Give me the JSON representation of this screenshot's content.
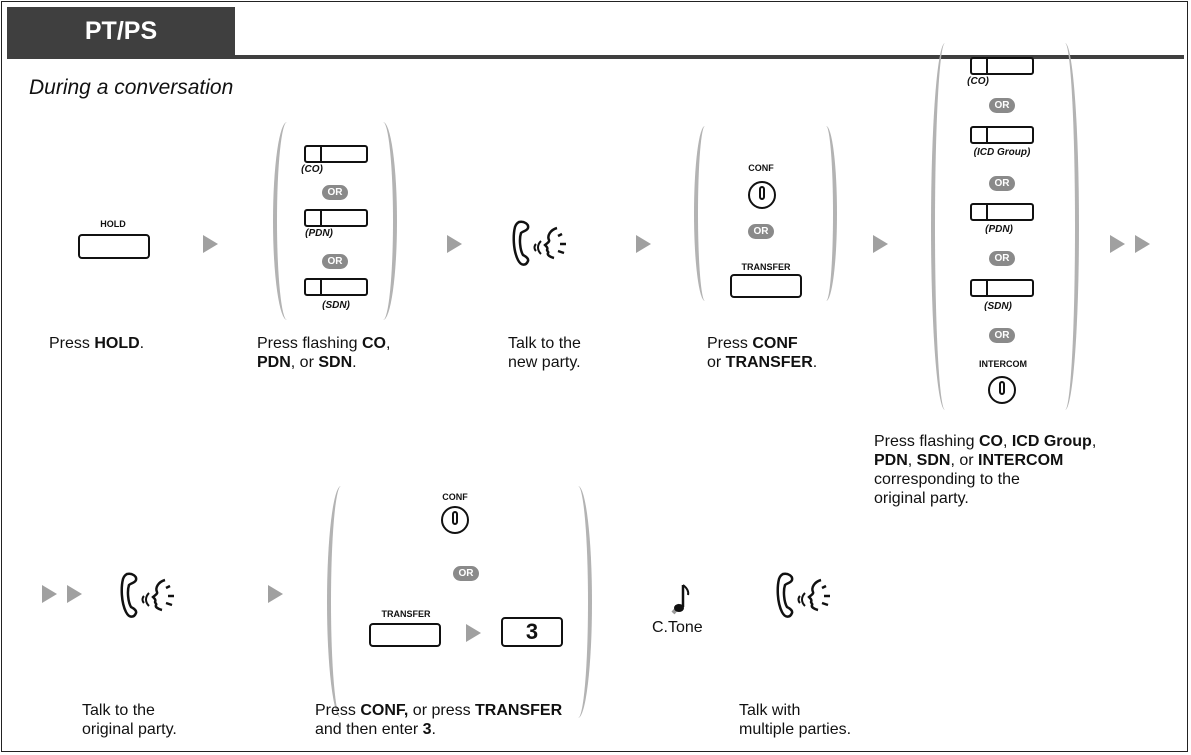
{
  "header": {
    "tab_label": "PT/PS",
    "subtitle": "During a conversation"
  },
  "step1": {
    "button_label": "HOLD",
    "caption_pre": "Press ",
    "caption_bold": "HOLD",
    "caption_post": "."
  },
  "step2": {
    "keys": [
      "(CO)",
      "(PDN)",
      "(SDN)"
    ],
    "or": "OR",
    "caption": {
      "a": "Press flashing ",
      "b": "CO",
      "c": ",",
      "d": "PDN",
      "e": ", or ",
      "f": "SDN",
      "g": "."
    }
  },
  "step3": {
    "caption_l1": "Talk to the",
    "caption_l2": "new party."
  },
  "step4": {
    "conf_label": "CONF",
    "or": "OR",
    "transfer_label": "TRANSFER",
    "caption": {
      "a": "Press ",
      "b": "CONF",
      "c": "or ",
      "d": "TRANSFER",
      "e": "."
    }
  },
  "step5": {
    "keys": [
      "(CO)",
      "(ICD Group)",
      "(PDN)",
      "(SDN)"
    ],
    "or": "OR",
    "intercom_label": "INTERCOM",
    "caption": {
      "a": "Press flashing ",
      "b": "CO",
      "c": ", ",
      "d": "ICD Group",
      "e": ",",
      "f": "PDN",
      "g": ", ",
      "h": "SDN",
      "i": ", or ",
      "j": "INTERCOM",
      "k": "corresponding to the",
      "l": "original party."
    }
  },
  "step6": {
    "caption_l1": "Talk to the",
    "caption_l2": "original party."
  },
  "step7": {
    "conf_label": "CONF",
    "or": "OR",
    "transfer_label": "TRANSFER",
    "digit": "3",
    "caption": {
      "a": "Press ",
      "b": "CONF,",
      "c": " or press ",
      "d": "TRANSFER",
      "e": "and then enter ",
      "f": "3",
      "g": "."
    }
  },
  "step8": {
    "tone_label": "C.Tone"
  },
  "step9": {
    "caption_l1": "Talk with",
    "caption_l2": "multiple parties."
  },
  "colors": {
    "header": "#3f3f3f",
    "arrow": "#a0a0a0",
    "paren": "#b3b3b3",
    "or_badge": "#8a8a8a"
  },
  "icons": [
    "handset-icon",
    "music-note-icon",
    "arrow-right-icon",
    "double-arrow-icon"
  ]
}
